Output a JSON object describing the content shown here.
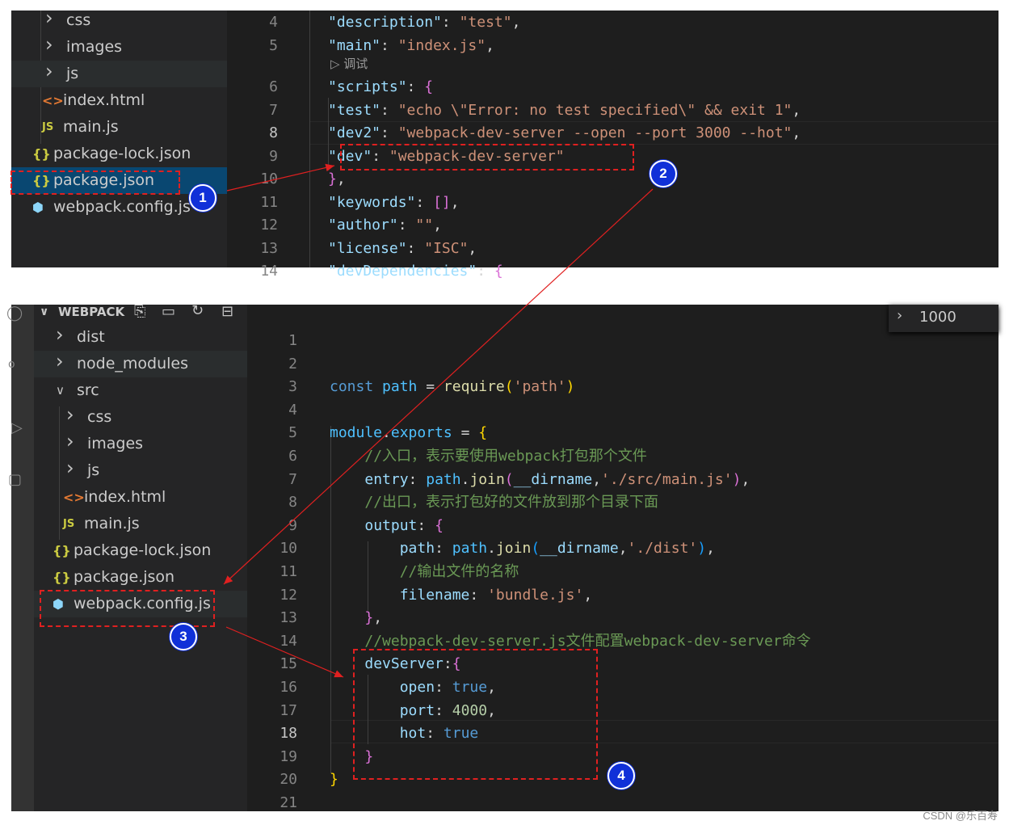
{
  "top": {
    "tree": [
      {
        "type": "folder",
        "label": "css"
      },
      {
        "type": "folder",
        "label": "images"
      },
      {
        "type": "folder",
        "label": "js"
      },
      {
        "type": "html",
        "icon": "<>",
        "label": "index.html"
      },
      {
        "type": "js",
        "icon": "JS",
        "label": "main.js"
      },
      {
        "type": "json",
        "icon": "{}",
        "label": "package-lock.json"
      },
      {
        "type": "json",
        "icon": "{}",
        "label": "package.json"
      },
      {
        "type": "webpack",
        "icon": "⬢",
        "label": "webpack.config.js"
      }
    ],
    "line_numbers": [
      "4",
      "5",
      "6",
      "7",
      "8",
      "9",
      "10",
      "11",
      "12",
      "13",
      "14"
    ],
    "codelens": "▷ 调试",
    "code": [
      [
        [
          "k",
          "\"description\""
        ],
        [
          "p",
          ": "
        ],
        [
          "s",
          "\"test\""
        ],
        [
          "p",
          ","
        ]
      ],
      [
        [
          "k",
          "\"main\""
        ],
        [
          "p",
          ": "
        ],
        [
          "s",
          "\"index.js\""
        ],
        [
          "p",
          ","
        ]
      ],
      [
        [
          "k",
          "\"scripts\""
        ],
        [
          "p",
          ": "
        ],
        [
          "b2",
          "{"
        ]
      ],
      [
        [
          "k",
          "\"test\""
        ],
        [
          "p",
          ": "
        ],
        [
          "s",
          "\"echo \\\"Error: no test specified\\\" && exit 1\""
        ],
        [
          "p",
          ","
        ]
      ],
      [
        [
          "k",
          "\"dev2\""
        ],
        [
          "p",
          ": "
        ],
        [
          "s",
          "\"webpack-dev-server --open --port 3000 --hot\""
        ],
        [
          "p",
          ","
        ]
      ],
      [
        [
          "k",
          "\"dev\""
        ],
        [
          "p",
          ": "
        ],
        [
          "s",
          "\"webpack-dev-server\""
        ]
      ],
      [
        [
          "b2",
          "}"
        ],
        [
          "p",
          ","
        ]
      ],
      [
        [
          "k",
          "\"keywords\""
        ],
        [
          "p",
          ": "
        ],
        [
          "b2",
          "[]"
        ],
        [
          "p",
          ","
        ]
      ],
      [
        [
          "k",
          "\"author\""
        ],
        [
          "p",
          ": "
        ],
        [
          "s",
          "\"\""
        ],
        [
          "p",
          ","
        ]
      ],
      [
        [
          "k",
          "\"license\""
        ],
        [
          "p",
          ": "
        ],
        [
          "s",
          "\"ISC\""
        ],
        [
          "p",
          ","
        ]
      ],
      [
        [
          "k",
          "\"devDependencies\""
        ],
        [
          "p",
          ": "
        ],
        [
          "b2",
          "{"
        ]
      ]
    ]
  },
  "bottom": {
    "explorer_title": "WEBPACK",
    "header_icons": [
      "new-file-icon",
      "new-folder-icon",
      "refresh-icon",
      "collapse-icon"
    ],
    "find_value": "1000",
    "tree": [
      {
        "type": "folder",
        "label": "dist"
      },
      {
        "type": "folder",
        "label": "node_modules"
      },
      {
        "type": "folder-open",
        "label": "src"
      },
      {
        "type": "folder",
        "label": "css"
      },
      {
        "type": "folder",
        "label": "images"
      },
      {
        "type": "folder",
        "label": "js"
      },
      {
        "type": "html",
        "icon": "<>",
        "label": "index.html"
      },
      {
        "type": "js",
        "icon": "JS",
        "label": "main.js"
      },
      {
        "type": "json",
        "icon": "{}",
        "label": "package-lock.json"
      },
      {
        "type": "json",
        "icon": "{}",
        "label": "package.json"
      },
      {
        "type": "webpack",
        "icon": "⬢",
        "label": "webpack.config.js"
      }
    ],
    "line_numbers": [
      "1",
      "2",
      "3",
      "4",
      "5",
      "6",
      "7",
      "8",
      "9",
      "10",
      "11",
      "12",
      "13",
      "14",
      "15",
      "16",
      "17",
      "18",
      "19",
      "20",
      "21"
    ],
    "code": [
      [],
      [],
      [
        [
          "kw",
          "const "
        ],
        [
          "v",
          "path"
        ],
        [
          "p",
          " = "
        ],
        [
          "fn",
          "require"
        ],
        [
          "b1",
          "("
        ],
        [
          "s",
          "'path'"
        ],
        [
          "b1",
          ")"
        ]
      ],
      [],
      [
        [
          "v",
          "module"
        ],
        [
          "p",
          "."
        ],
        [
          "v",
          "exports"
        ],
        [
          "p",
          " = "
        ],
        [
          "b1",
          "{"
        ]
      ],
      [
        [
          "p",
          "    "
        ],
        [
          "c",
          "//入口，表示要使用webpack打包那个文件"
        ]
      ],
      [
        [
          "p",
          "    "
        ],
        [
          "k",
          "entry"
        ],
        [
          "p",
          ": "
        ],
        [
          "v",
          "path"
        ],
        [
          "p",
          "."
        ],
        [
          "fn",
          "join"
        ],
        [
          "b2",
          "("
        ],
        [
          "k",
          "__dirname"
        ],
        [
          "p",
          ","
        ],
        [
          "s",
          "'./src/main.js'"
        ],
        [
          "b2",
          ")"
        ],
        [
          "p",
          ","
        ]
      ],
      [
        [
          "p",
          "    "
        ],
        [
          "c",
          "//出口，表示打包好的文件放到那个目录下面"
        ]
      ],
      [
        [
          "p",
          "    "
        ],
        [
          "k",
          "output"
        ],
        [
          "p",
          ": "
        ],
        [
          "b2",
          "{"
        ]
      ],
      [
        [
          "p",
          "        "
        ],
        [
          "k",
          "path"
        ],
        [
          "p",
          ": "
        ],
        [
          "v",
          "path"
        ],
        [
          "p",
          "."
        ],
        [
          "fn",
          "join"
        ],
        [
          "b3",
          "("
        ],
        [
          "k",
          "__dirname"
        ],
        [
          "p",
          ","
        ],
        [
          "s",
          "'./dist'"
        ],
        [
          "b3",
          ")"
        ],
        [
          "p",
          ","
        ]
      ],
      [
        [
          "p",
          "        "
        ],
        [
          "c",
          "//输出文件的名称"
        ]
      ],
      [
        [
          "p",
          "        "
        ],
        [
          "k",
          "filename"
        ],
        [
          "p",
          ": "
        ],
        [
          "s",
          "'bundle.js'"
        ],
        [
          "p",
          ","
        ]
      ],
      [
        [
          "p",
          "    "
        ],
        [
          "b2",
          "}"
        ],
        [
          "p",
          ","
        ]
      ],
      [
        [
          "p",
          "    "
        ],
        [
          "c",
          "//webpack-dev-server.js文件配置webpack-dev-server命令"
        ]
      ],
      [
        [
          "p",
          "    "
        ],
        [
          "k",
          "devServer"
        ],
        [
          "p",
          ":"
        ],
        [
          "b2",
          "{"
        ]
      ],
      [
        [
          "p",
          "        "
        ],
        [
          "k",
          "open"
        ],
        [
          "p",
          ": "
        ],
        [
          "kw",
          "true"
        ],
        [
          "p",
          ","
        ]
      ],
      [
        [
          "p",
          "        "
        ],
        [
          "k",
          "port"
        ],
        [
          "p",
          ": "
        ],
        [
          "n",
          "4000"
        ],
        [
          "p",
          ","
        ]
      ],
      [
        [
          "p",
          "        "
        ],
        [
          "k",
          "hot"
        ],
        [
          "p",
          ": "
        ],
        [
          "kw",
          "true"
        ]
      ],
      [
        [
          "p",
          "    "
        ],
        [
          "b2",
          "}"
        ]
      ],
      [
        [
          "b1",
          "}"
        ]
      ],
      []
    ]
  },
  "badges": [
    "1",
    "2",
    "3",
    "4"
  ],
  "watermark": "CSDN @乐百寿"
}
